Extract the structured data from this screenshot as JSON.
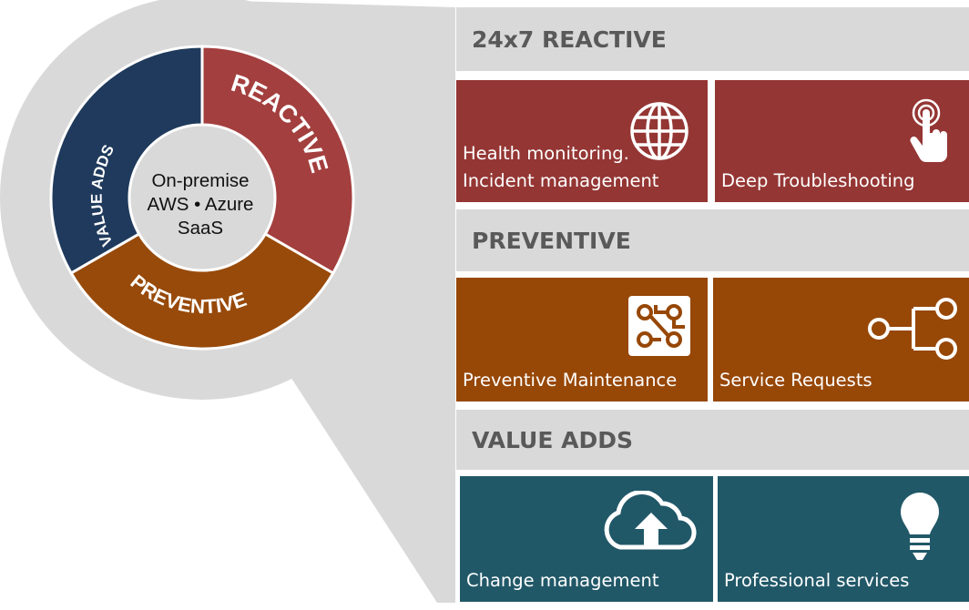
{
  "wheel": {
    "center_lines": [
      "On-premise",
      "AWS • Azure",
      "SaaS"
    ],
    "segments": {
      "reactive": "REACTIVE",
      "preventive": "PREVENTIVE",
      "value_adds": "VALUE ADDS"
    }
  },
  "sections": {
    "reactive": {
      "header": "24x7 REACTIVE",
      "tiles": [
        {
          "label_lines": [
            "Health monitoring.",
            "Incident management"
          ],
          "icon": "globe-icon"
        },
        {
          "label_lines": [
            "Deep Troubleshooting"
          ],
          "icon": "touch-icon"
        }
      ]
    },
    "preventive": {
      "header": "PREVENTIVE",
      "tiles": [
        {
          "label_lines": [
            "Preventive Maintenance"
          ],
          "icon": "circuit-icon"
        },
        {
          "label_lines": [
            "Service Requests"
          ],
          "icon": "network-icon"
        }
      ]
    },
    "value_adds": {
      "header": "VALUE ADDS",
      "tiles": [
        {
          "label_lines": [
            "Change management"
          ],
          "icon": "cloud-upload-icon"
        },
        {
          "label_lines": [
            "Professional services"
          ],
          "icon": "lightbulb-icon"
        }
      ]
    }
  },
  "colors": {
    "reactive": "#943634",
    "preventive": "#974706",
    "value_adds": "#215868",
    "wheel_value_adds": "#1f3a5c",
    "wheel_reactive": "#a33f3e",
    "wheel_preventive": "#984a0a",
    "header_bg": "#d9d9d9",
    "header_text": "#595959"
  }
}
